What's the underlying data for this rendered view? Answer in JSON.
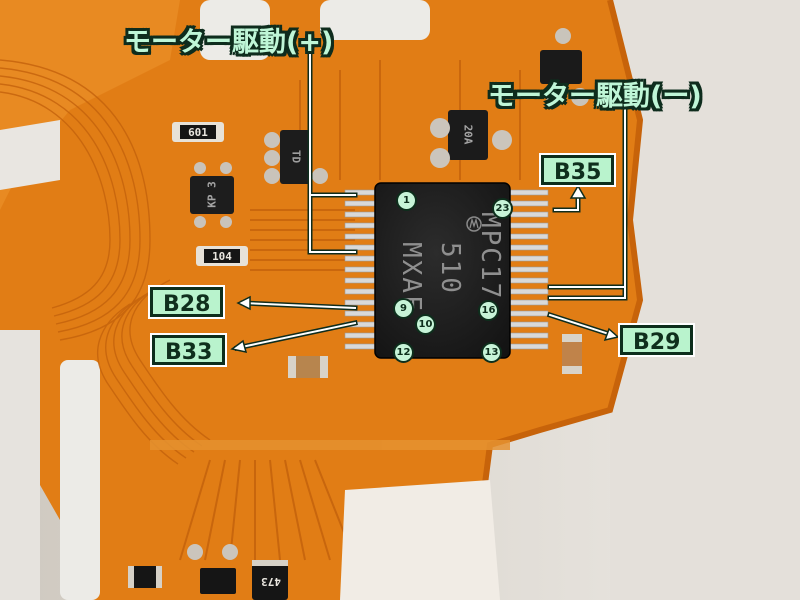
{
  "annotations": {
    "motor_plus": "モーター駆動(+)",
    "motor_minus": "モーター駆動(ー)"
  },
  "labels": {
    "b35": "B35",
    "b28": "B28",
    "b33": "B33",
    "b29": "B29"
  },
  "pins": {
    "p1": "1",
    "p23": "23",
    "p9": "9",
    "p10": "10",
    "p16": "16",
    "p12": "12",
    "p13": "13"
  },
  "chip_marking": {
    "line1": "MPC17",
    "line2": "510",
    "line3": "MXAF"
  },
  "component_markings": {
    "r601": "601",
    "r104": "104",
    "r473": "473",
    "t1": "TD",
    "t2": "KP 3",
    "t3": "20A"
  },
  "colors": {
    "flex_pcb": "#e07e16",
    "label_fill": "#b9f3cd",
    "label_border": "#0d2e1c"
  }
}
